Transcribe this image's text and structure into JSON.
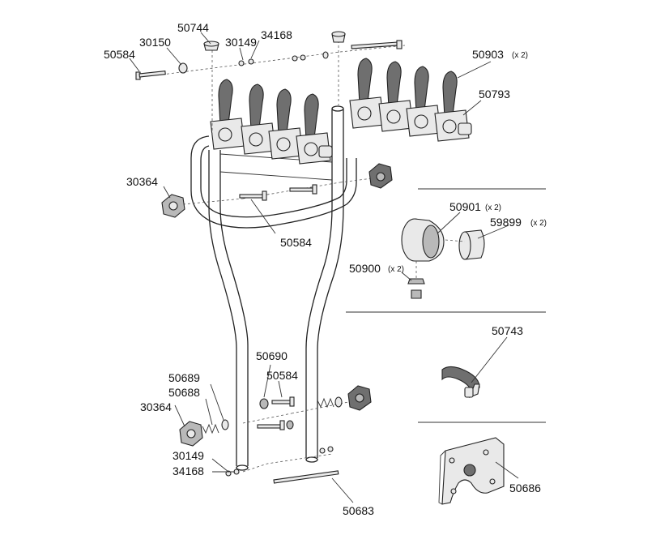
{
  "parts": [
    {
      "id": "p-50744",
      "number": "50744",
      "qty": ""
    },
    {
      "id": "p-30150",
      "number": "30150",
      "qty": ""
    },
    {
      "id": "p-30149-top",
      "number": "30149",
      "qty": ""
    },
    {
      "id": "p-34168-top",
      "number": "34168",
      "qty": ""
    },
    {
      "id": "p-50584-top",
      "number": "50584",
      "qty": ""
    },
    {
      "id": "p-50903",
      "number": "50903",
      "qty": "(x 2)"
    },
    {
      "id": "p-50793",
      "number": "50793",
      "qty": ""
    },
    {
      "id": "p-30364-top",
      "number": "30364",
      "qty": ""
    },
    {
      "id": "p-50584-mid",
      "number": "50584",
      "qty": ""
    },
    {
      "id": "p-50901",
      "number": "50901",
      "qty": "(x 2)"
    },
    {
      "id": "p-59899",
      "number": "59899",
      "qty": "(x 2)"
    },
    {
      "id": "p-50900",
      "number": "50900",
      "qty": "(x 2)"
    },
    {
      "id": "p-50743",
      "number": "50743",
      "qty": ""
    },
    {
      "id": "p-50690",
      "number": "50690",
      "qty": ""
    },
    {
      "id": "p-50584-low",
      "number": "50584",
      "qty": ""
    },
    {
      "id": "p-50689",
      "number": "50689",
      "qty": ""
    },
    {
      "id": "p-50688",
      "number": "50688",
      "qty": ""
    },
    {
      "id": "p-30364-low",
      "number": "30364",
      "qty": ""
    },
    {
      "id": "p-30149-low",
      "number": "30149",
      "qty": ""
    },
    {
      "id": "p-34168-low",
      "number": "34168",
      "qty": ""
    },
    {
      "id": "p-50683",
      "number": "50683",
      "qty": ""
    },
    {
      "id": "p-50686",
      "number": "50686",
      "qty": ""
    }
  ]
}
